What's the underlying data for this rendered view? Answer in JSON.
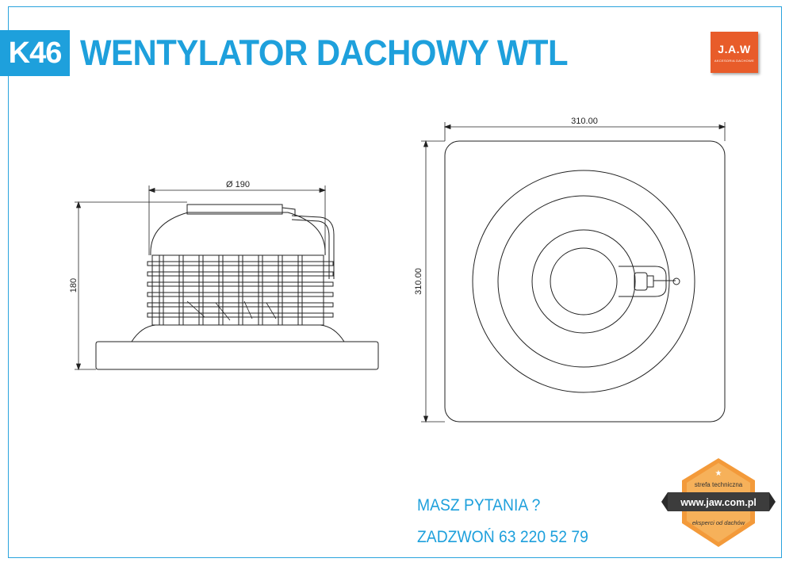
{
  "header": {
    "code": "K46",
    "title": "WENTYLATOR DACHOWY WTL"
  },
  "logo": {
    "brand": "J.A.W",
    "tagline": "AKCESORIA DACHOWE"
  },
  "drawing": {
    "side_view": {
      "diameter_label": "Ø 190",
      "height_label": "180"
    },
    "top_view": {
      "width_label": "310.00",
      "height_label": "310.00"
    }
  },
  "contact": {
    "question": "MASZ PYTANIA ?",
    "phone_line": "ZADZWOŃ 63 220 52 79"
  },
  "badge": {
    "top_text": "strefa techniczna",
    "url": "www.jaw.com.pl",
    "signature": "eksperci od dachów"
  },
  "colors": {
    "accent": "#1ea0dc",
    "logo_orange": "#e85c2a",
    "badge_orange": "#f39a3a",
    "badge_dark": "#3c3c3c"
  }
}
